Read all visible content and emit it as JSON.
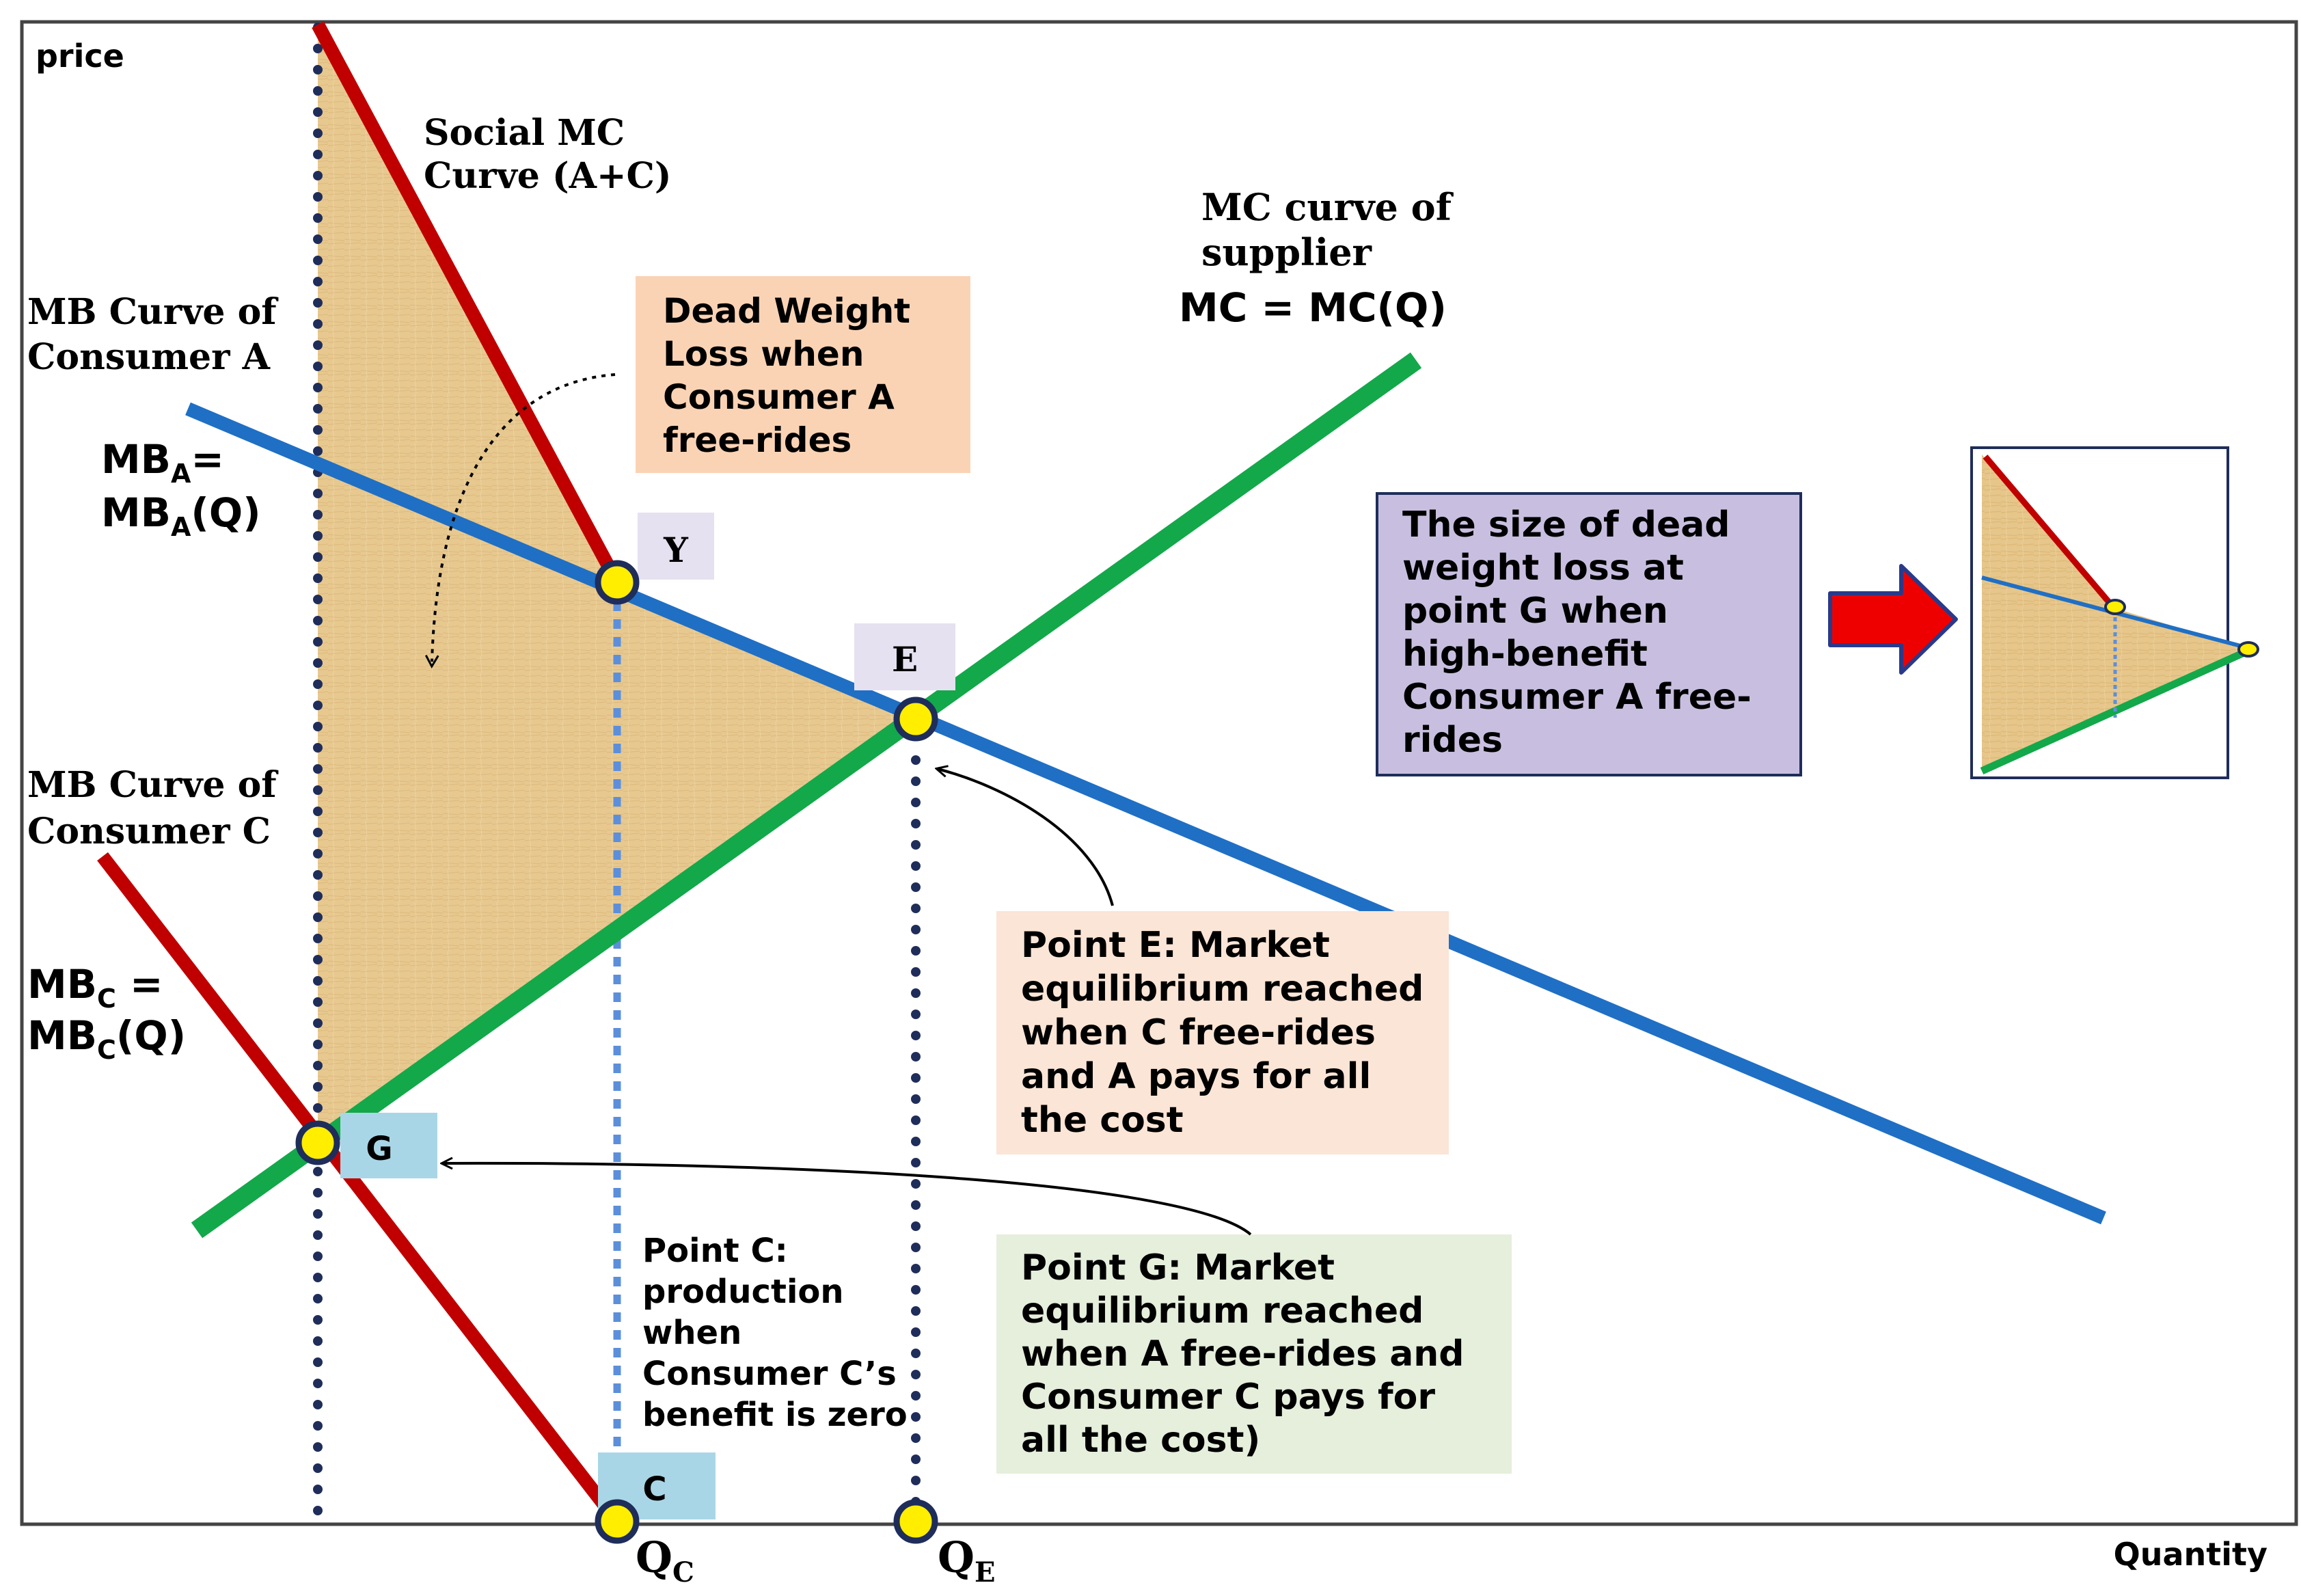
{
  "axes": {
    "y_label": "price",
    "x_label": "Quantity"
  },
  "curves": {
    "social_mc": {
      "line1": "Social MC",
      "line2": "Curve (A+C)"
    },
    "mc_supplier": {
      "line1": "MC curve of",
      "line2": "supplier",
      "line3": "MC = MC(Q)"
    },
    "mb_a": {
      "line1": "MB Curve of",
      "line2": "Consumer A",
      "eq_line1_main": "MB",
      "eq_line1_sub": "A",
      "eq_line1_tail": "=",
      "eq_line2_main": "MB",
      "eq_line2_sub": "A",
      "eq_line2_tail": "(Q)"
    },
    "mb_c": {
      "line1": "MB Curve of",
      "line2": "Consumer C",
      "eq_line1_main": "MB",
      "eq_line1_sub": "C",
      "eq_line1_tail": " =",
      "eq_line2_main": "MB",
      "eq_line2_sub": "C",
      "eq_line2_tail": "(Q)"
    }
  },
  "points": {
    "y": "Y",
    "e": "E",
    "g": "G",
    "c": "C",
    "qc_main": "Q",
    "qc_sub": "C",
    "qe_main": "Q",
    "qe_sub": "E"
  },
  "notes": {
    "dwl": [
      "Dead Weight",
      "Loss when",
      "Consumer A",
      "free-rides"
    ],
    "point_c": [
      "Point C:",
      "production",
      "when",
      "Consumer C’s",
      "benefit is zero"
    ],
    "point_e": [
      "Point E: Market",
      "equilibrium reached",
      "when C free-rides",
      "and A pays for all",
      "the cost"
    ],
    "point_g": [
      "Point G: Market",
      "equilibrium reached",
      "when A free-rides and",
      "Consumer C pays for",
      "all the cost)"
    ],
    "size_dwl": [
      "The size of dead",
      "weight loss at",
      "point G when",
      "high-benefit",
      "Consumer A free-",
      "rides"
    ]
  },
  "colors": {
    "mb_a": "#1f6fc5",
    "mc_supplier": "#13a84a",
    "red_curves": "#c00000",
    "dwl_fill": "#e8c98a",
    "dotted_navy": "#1f2d5a",
    "dotted_light": "#5b8fdc",
    "point_fill": "#ffee00",
    "dwl_box": "#fad3b5",
    "point_e_box": "#fbe5d6",
    "point_g_box": "#e5efdc",
    "size_box": "#c8bfe0",
    "label_box_gray": "#e6e1f0",
    "label_box_blue": "#a9d6e6",
    "arrow_red": "#ee0000"
  }
}
